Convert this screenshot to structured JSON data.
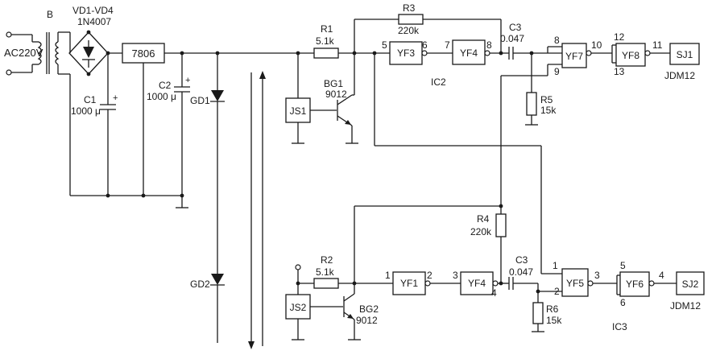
{
  "labels": {
    "ac": "AC220V",
    "transformer": "B",
    "bridge": "VD1-VD4",
    "bridge_part": "1N4007",
    "c1": "C1",
    "c1_val": "1000 μ",
    "regulator": "7806",
    "c2": "C2",
    "c2_val": "1000 μ",
    "gd1": "GD1",
    "gd2": "GD2",
    "r1": "R1",
    "r1_val": "5.1k",
    "r3": "R3",
    "r3_val": "220k",
    "bg1": "BG1",
    "bg1_part": "9012",
    "js1": "JS1",
    "yf3": "YF3",
    "yf4_top": "YF4",
    "c3_top": "C3",
    "c3_top_val": "0.047",
    "ic2": "IC2",
    "r5": "R5",
    "r5_val": "15k",
    "yf7": "YF7",
    "yf8": "YF8",
    "sj1": "SJ1",
    "jdm_top": "JDM12",
    "r4": "R4",
    "r4_val": "220k",
    "r2": "R2",
    "r2_val": "5.1k",
    "bg2": "BG2",
    "bg2_part": "9012",
    "js2": "JS2",
    "yf1": "YF1",
    "yf4_bot": "YF4",
    "c3_bot": "C3",
    "c3_bot_val": "0.047",
    "r6": "R6",
    "r6_val": "15k",
    "yf5": "YF5",
    "yf6": "YF6",
    "ic3": "IC3",
    "sj2": "SJ2",
    "jdm_bot": "JDM12",
    "plus": "+"
  },
  "pins": {
    "yf3_in": "5",
    "yf3_out": "6",
    "yf4t_in": "7",
    "yf4t_out": "8",
    "yf7_a": "8",
    "yf7_b": "9",
    "yf7_out": "10",
    "yf8_a": "12",
    "yf8_b": "13",
    "yf8_out": "11",
    "yf1_in": "1",
    "yf1_out": "2",
    "yf4b_in": "3",
    "yf4b_out": "4",
    "yf5_a": "1",
    "yf5_b": "2",
    "yf5_out": "3",
    "yf6_a": "5",
    "yf6_b": "6",
    "yf6_out": "4"
  }
}
